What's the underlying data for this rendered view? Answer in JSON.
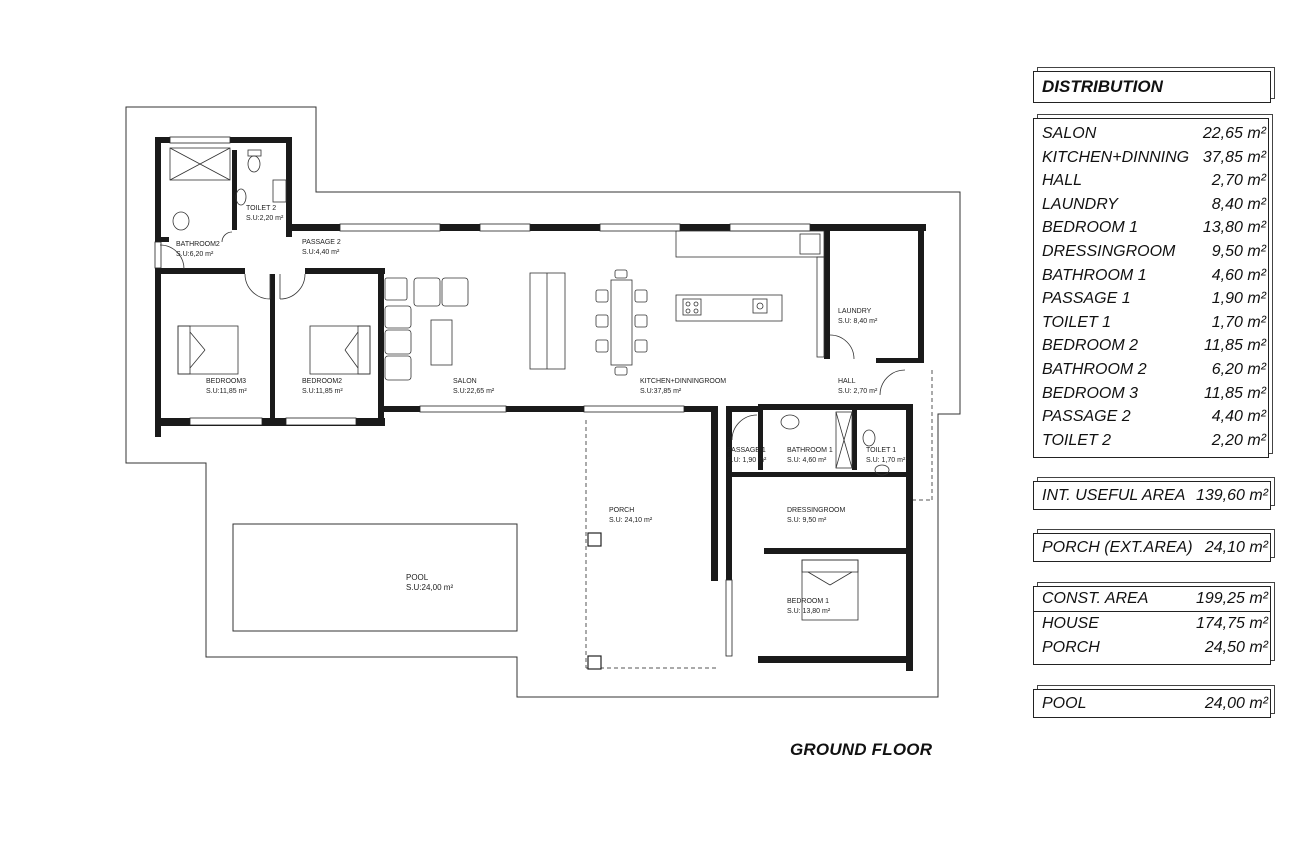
{
  "plan": {
    "floor_title": "GROUND FLOOR",
    "rooms": {
      "toilet2": {
        "name": "TOILET 2",
        "area": "S.U:2,20 m²"
      },
      "bathroom2": {
        "name": "BATHROOM2",
        "area": "S.U:6,20 m²"
      },
      "passage2": {
        "name": "PASSAGE 2",
        "area": "S.U:4,40 m²"
      },
      "bedroom3": {
        "name": "BEDROOM3",
        "area": "S.U:11,85 m²"
      },
      "bedroom2": {
        "name": "BEDROOM2",
        "area": "S.U:11,85 m²"
      },
      "salon": {
        "name": "SALON",
        "area": "S.U:22,65 m²"
      },
      "kitchen": {
        "name": "KITCHEN+DINNINGROOM",
        "area": "S.U:37,85 m²"
      },
      "laundry": {
        "name": "LAUNDRY",
        "area": "S.U: 8,40 m²"
      },
      "hall": {
        "name": "HALL",
        "area": "S.U: 2,70 m²"
      },
      "passage1": {
        "name": "PASSAGE 1",
        "area": "S.U: 1,90 m²"
      },
      "bathroom1": {
        "name": "BATHROOM 1",
        "area": "S.U: 4,60 m²"
      },
      "toilet1": {
        "name": "TOILET 1",
        "area": "S.U: 1,70 m²"
      },
      "porch": {
        "name": "PORCH",
        "area": "S.U: 24,10 m²"
      },
      "dressingroom": {
        "name": "DRESSINGROOM",
        "area": "S.U: 9,50 m²"
      },
      "bedroom1": {
        "name": "BEDROOM 1",
        "area": "S.U: 13,80 m²"
      },
      "pool": {
        "name": "POOL",
        "area": "S.U:24,00 m²"
      }
    }
  },
  "distribution": {
    "title": "DISTRIBUTION",
    "items": [
      {
        "name": "SALON",
        "value": "22,65 m²"
      },
      {
        "name": "KITCHEN+DINNING",
        "value": "37,85 m²"
      },
      {
        "name": "HALL",
        "value": "2,70 m²"
      },
      {
        "name": "LAUNDRY",
        "value": "8,40 m²"
      },
      {
        "name": "BEDROOM 1",
        "value": "13,80 m²"
      },
      {
        "name": "DRESSINGROOM",
        "value": "9,50 m²"
      },
      {
        "name": "BATHROOM 1",
        "value": "4,60 m²"
      },
      {
        "name": "PASSAGE 1",
        "value": "1,90 m²"
      },
      {
        "name": "TOILET 1",
        "value": "1,70 m²"
      },
      {
        "name": "BEDROOM 2",
        "value": "11,85 m²"
      },
      {
        "name": "BATHROOM 2",
        "value": "6,20 m²"
      },
      {
        "name": "BEDROOM 3",
        "value": "11,85 m²"
      },
      {
        "name": "PASSAGE 2",
        "value": "4,40 m²"
      },
      {
        "name": "TOILET 2",
        "value": "2,20 m²"
      }
    ],
    "int_useful": {
      "name": "INT. USEFUL AREA",
      "value": "139,60 m²"
    },
    "porch_ext": {
      "name": "PORCH (EXT.AREA)",
      "value": "24,10 m²"
    },
    "const": {
      "name": "CONST. AREA",
      "value": "199,25 m²",
      "house_name": "HOUSE",
      "house_value": "174,75 m²",
      "porch_name": "PORCH",
      "porch_value": "24,50 m²"
    },
    "pool": {
      "name": "POOL",
      "value": "24,00 m²"
    }
  }
}
